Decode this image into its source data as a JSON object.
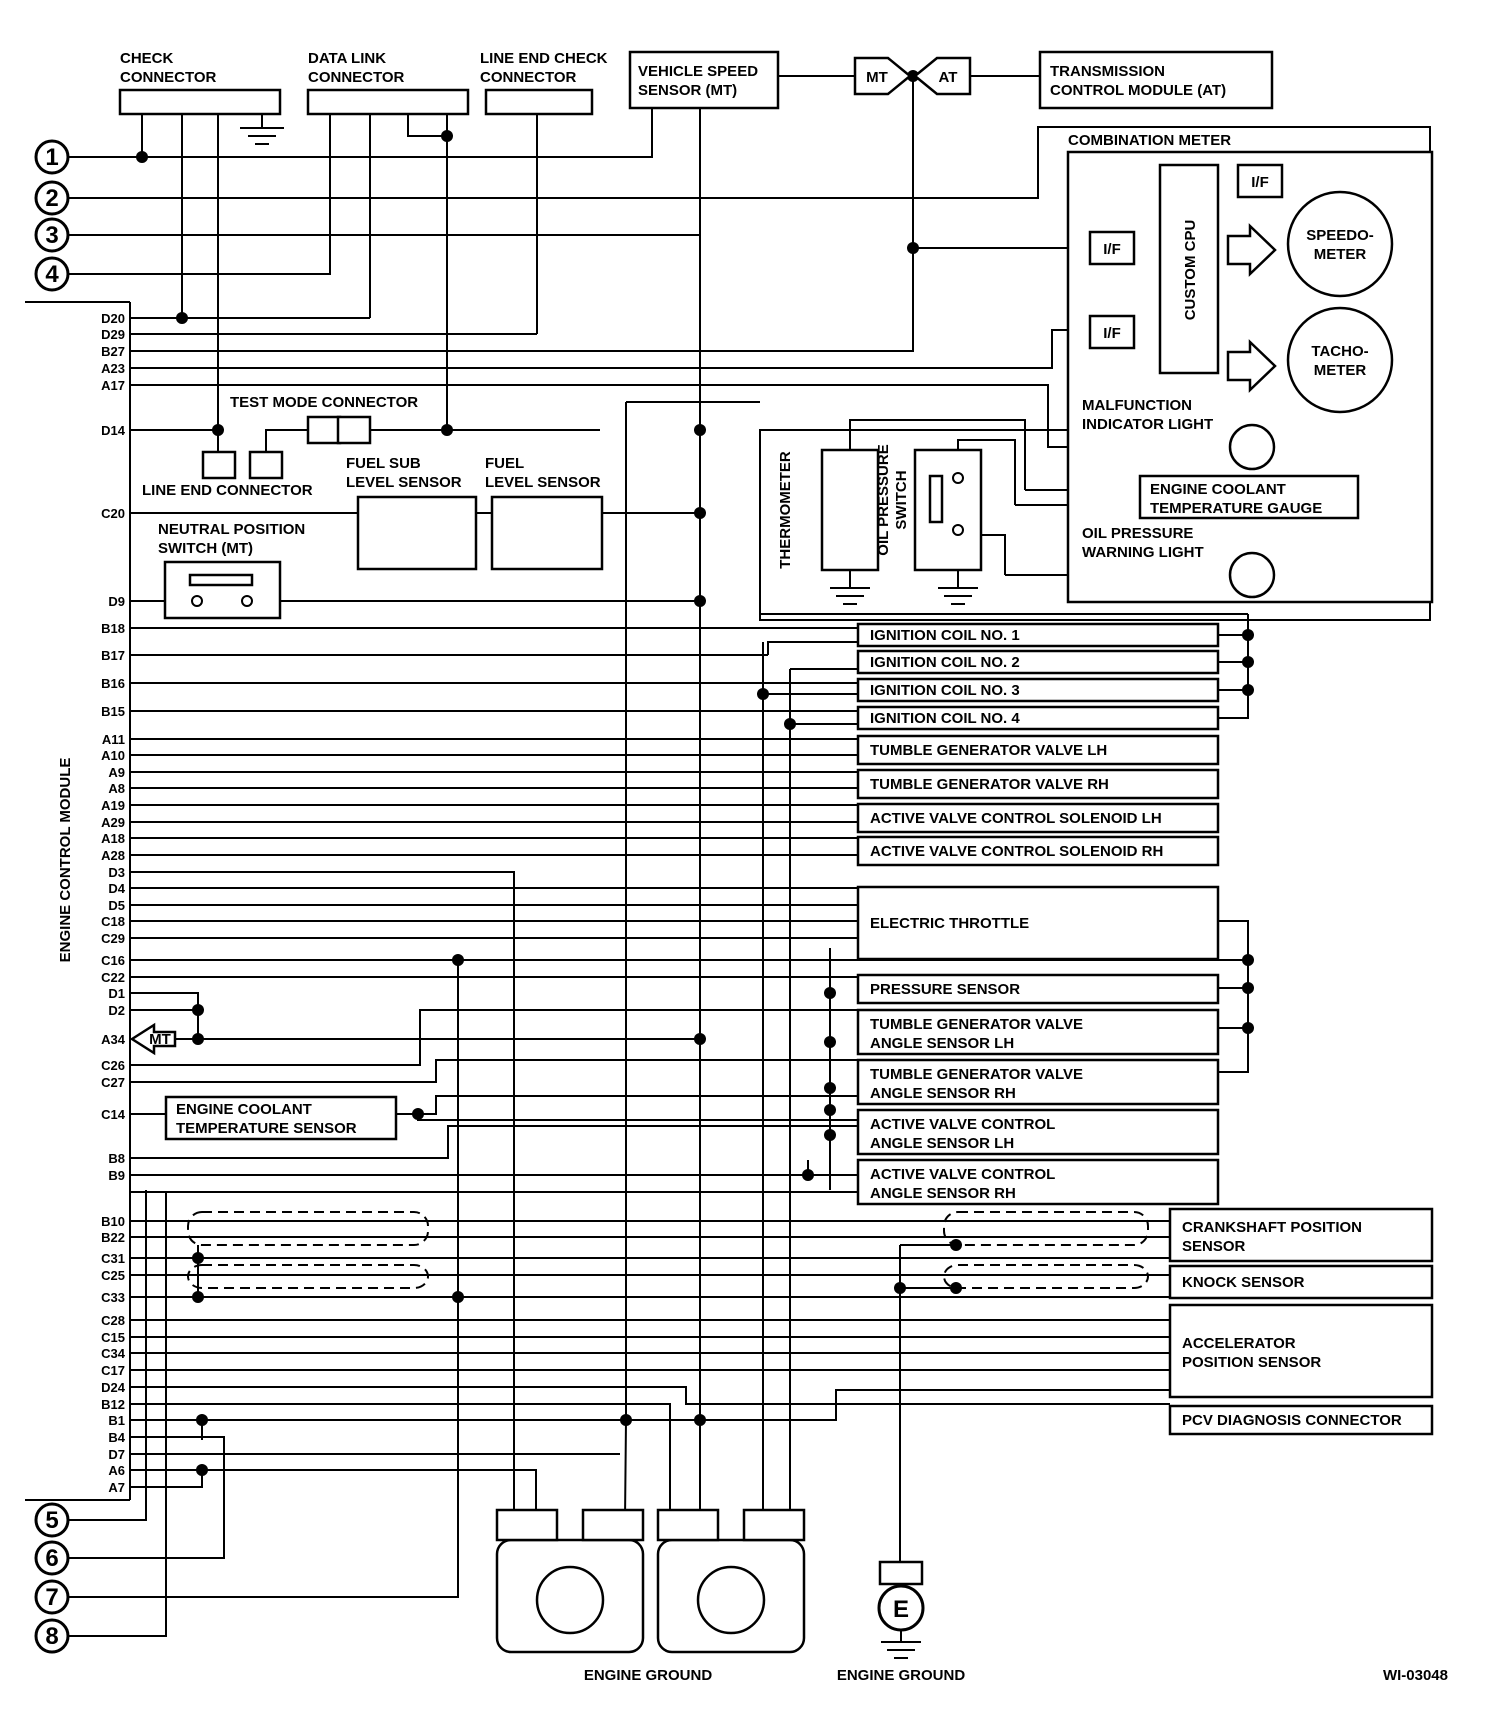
{
  "labels": {
    "check_connector": [
      "CHECK",
      "CONNECTOR"
    ],
    "data_link_connector": [
      "DATA LINK",
      "CONNECTOR"
    ],
    "line_end_check_connector": [
      "LINE END CHECK",
      "CONNECTOR"
    ],
    "vehicle_speed_sensor": [
      "VEHICLE SPEED",
      "SENSOR (MT)"
    ],
    "mt": "MT",
    "at": "AT",
    "tcm": [
      "TRANSMISSION",
      "CONTROL MODULE (AT)"
    ],
    "combination_meter": "COMBINATION METER",
    "if": "I/F",
    "custom_cpu": "CUSTOM CPU",
    "speedometer": [
      "SPEEDO-",
      "METER"
    ],
    "tachometer": [
      "TACHO-",
      "METER"
    ],
    "mil": [
      "MALFUNCTION",
      "INDICATOR LIGHT"
    ],
    "ect_gauge": [
      "ENGINE COOLANT",
      "TEMPERATURE GAUGE"
    ],
    "oil_warning": [
      "OIL PRESSURE",
      "WARNING LIGHT"
    ],
    "thermometer": "THERMOMETER",
    "oil_pressure_switch": [
      "OIL PRESSURE",
      "SWITCH"
    ],
    "test_mode_connector": "TEST MODE CONNECTOR",
    "line_end_connector": "LINE END CONNECTOR",
    "fuel_sub_level_sensor": [
      "FUEL SUB",
      "LEVEL SENSOR"
    ],
    "fuel_level_sensor": [
      "FUEL",
      "LEVEL SENSOR"
    ],
    "neutral_position_switch": [
      "NEUTRAL POSITION",
      "SWITCH (MT)"
    ],
    "ecm": "ENGINE CONTROL MODULE",
    "ect_sensor": [
      "ENGINE COOLANT",
      "TEMPERATURE SENSOR"
    ],
    "engine_ground": "ENGINE GROUND",
    "e": "E",
    "figure_id": "WI-03048"
  },
  "components": [
    {
      "id": "ign1",
      "text": [
        "IGNITION COIL NO. 1"
      ]
    },
    {
      "id": "ign2",
      "text": [
        "IGNITION COIL NO. 2"
      ]
    },
    {
      "id": "ign3",
      "text": [
        "IGNITION COIL NO. 3"
      ]
    },
    {
      "id": "ign4",
      "text": [
        "IGNITION COIL NO. 4"
      ]
    },
    {
      "id": "tgv_lh",
      "text": [
        "TUMBLE GENERATOR VALVE LH"
      ]
    },
    {
      "id": "tgv_rh",
      "text": [
        "TUMBLE GENERATOR VALVE RH"
      ]
    },
    {
      "id": "avcs_lh",
      "text": [
        "ACTIVE VALVE CONTROL SOLENOID LH"
      ]
    },
    {
      "id": "avcs_rh",
      "text": [
        "ACTIVE VALVE CONTROL SOLENOID RH"
      ]
    },
    {
      "id": "etc",
      "text": [
        "ELECTRIC THROTTLE"
      ]
    },
    {
      "id": "pressure",
      "text": [
        "PRESSURE SENSOR"
      ]
    },
    {
      "id": "tgv_ang_lh",
      "text": [
        "TUMBLE GENERATOR VALVE",
        "ANGLE SENSOR LH"
      ]
    },
    {
      "id": "tgv_ang_rh",
      "text": [
        "TUMBLE GENERATOR VALVE",
        "ANGLE SENSOR RH"
      ]
    },
    {
      "id": "avc_ang_lh",
      "text": [
        "ACTIVE VALVE  CONTROL",
        "ANGLE SENSOR LH"
      ]
    },
    {
      "id": "avc_ang_rh",
      "text": [
        "ACTIVE VALVE  CONTROL",
        "ANGLE SENSOR RH"
      ]
    },
    {
      "id": "crank",
      "text": [
        "CRANKSHAFT POSITION",
        "SENSOR"
      ]
    },
    {
      "id": "knock",
      "text": [
        "KNOCK SENSOR"
      ]
    },
    {
      "id": "accel",
      "text": [
        "ACCELERATOR",
        "POSITION SENSOR"
      ]
    },
    {
      "id": "pcv",
      "text": [
        "PCV DIAGNOSIS CONNECTOR"
      ]
    }
  ],
  "pins": [
    "D20",
    "D29",
    "B27",
    "A23",
    "A17",
    "D14",
    "C20",
    "D9",
    "B18",
    "B17",
    "B16",
    "B15",
    "A11",
    "A10",
    "A9",
    "A8",
    "A19",
    "A29",
    "A18",
    "A28",
    "D3",
    "D4",
    "D5",
    "C18",
    "C29",
    "C16",
    "C22",
    "D1",
    "D2",
    "A34",
    "C26",
    "C27",
    "C14",
    "B8",
    "B9",
    "B10",
    "B22",
    "C31",
    "C25",
    "C33",
    "C28",
    "C15",
    "C34",
    "C17",
    "D24",
    "B12",
    "B1",
    "B4",
    "D7",
    "A6",
    "A7"
  ],
  "circuit_numbers": [
    "1",
    "2",
    "3",
    "4",
    "5",
    "6",
    "7",
    "8"
  ]
}
